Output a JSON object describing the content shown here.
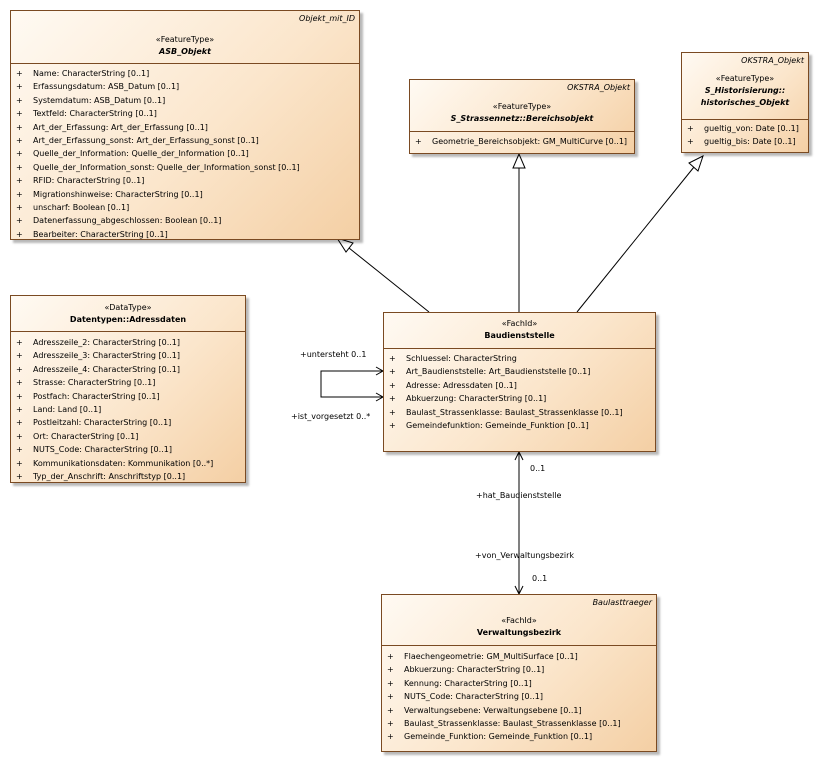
{
  "classes": {
    "asb_objekt": {
      "package": "Objekt_mit_ID",
      "stereotype": "«FeatureType»",
      "name": "ASB_Objekt",
      "attributes": [
        {
          "vis": "+",
          "text": "Name: CharacterString [0..1]"
        },
        {
          "vis": "+",
          "text": "Erfassungsdatum: ASB_Datum [0..1]"
        },
        {
          "vis": "+",
          "text": "Systemdatum: ASB_Datum [0..1]"
        },
        {
          "vis": "+",
          "text": "Textfeld: CharacterString [0..1]"
        },
        {
          "vis": "+",
          "text": "Art_der_Erfassung: Art_der_Erfassung [0..1]"
        },
        {
          "vis": "+",
          "text": "Art_der_Erfassung_sonst: Art_der_Erfassung_sonst [0..1]"
        },
        {
          "vis": "+",
          "text": "Quelle_der_Information: Quelle_der_Information [0..1]"
        },
        {
          "vis": "+",
          "text": "Quelle_der_Information_sonst: Quelle_der_Information_sonst [0..1]"
        },
        {
          "vis": "+",
          "text": "RFID: CharacterString [0..1]"
        },
        {
          "vis": "+",
          "text": "Migrationshinweise: CharacterString [0..1]"
        },
        {
          "vis": "+",
          "text": "unscharf: Boolean [0..1]"
        },
        {
          "vis": "+",
          "text": "Datenerfassung_abgeschlossen: Boolean [0..1]"
        },
        {
          "vis": "+",
          "text": "Bearbeiter: CharacterString [0..1]"
        }
      ]
    },
    "bereichsobjekt": {
      "package": "OKSTRA_Objekt",
      "stereotype": "«FeatureType»",
      "name": "S_Strassennetz::Bereichsobjekt",
      "attributes": [
        {
          "vis": "+",
          "text": "Geometrie_Bereichsobjekt: GM_MultiCurve [0..1]"
        }
      ]
    },
    "historisches_objekt": {
      "package": "OKSTRA_Objekt",
      "stereotype": "«FeatureType»",
      "name_line1": "S_Historisierung::",
      "name_line2": "historisches_Objekt",
      "attributes": [
        {
          "vis": "+",
          "text": "gueltig_von: Date [0..1]"
        },
        {
          "vis": "+",
          "text": "gueltig_bis: Date [0..1]"
        }
      ]
    },
    "adressdaten": {
      "stereotype": "«DataType»",
      "name": "Datentypen::Adressdaten",
      "attributes": [
        {
          "vis": "+",
          "text": "Adresszeile_2: CharacterString [0..1]"
        },
        {
          "vis": "+",
          "text": "Adresszeile_3: CharacterString [0..1]"
        },
        {
          "vis": "+",
          "text": "Adresszeile_4: CharacterString [0..1]"
        },
        {
          "vis": "+",
          "text": "Strasse: CharacterString [0..1]"
        },
        {
          "vis": "+",
          "text": "Postfach: CharacterString [0..1]"
        },
        {
          "vis": "+",
          "text": "Land: Land [0..1]"
        },
        {
          "vis": "+",
          "text": "Postleitzahl: CharacterString [0..1]"
        },
        {
          "vis": "+",
          "text": "Ort: CharacterString [0..1]"
        },
        {
          "vis": "+",
          "text": "NUTS_Code: CharacterString [0..1]"
        },
        {
          "vis": "+",
          "text": "Kommunikationsdaten: Kommunikation [0..*]"
        },
        {
          "vis": "+",
          "text": "Typ_der_Anschrift: Anschriftstyp [0..1]"
        }
      ]
    },
    "baudienststelle": {
      "stereotype": "«FachId»",
      "name": "Baudienststelle",
      "attributes": [
        {
          "vis": "+",
          "text": "Schluessel: CharacterString"
        },
        {
          "vis": "+",
          "text": "Art_Baudienststelle: Art_Baudienststelle [0..1]"
        },
        {
          "vis": "+",
          "text": "Adresse: Adressdaten [0..1]"
        },
        {
          "vis": "+",
          "text": "Abkuerzung: CharacterString [0..1]"
        },
        {
          "vis": "+",
          "text": "Baulast_Strassenklasse: Baulast_Strassenklasse [0..1]"
        },
        {
          "vis": "+",
          "text": "Gemeindefunktion: Gemeinde_Funktion [0..1]"
        }
      ]
    },
    "verwaltungsbezirk": {
      "package": "Baulasttraeger",
      "stereotype": "«FachId»",
      "name": "Verwaltungsbezirk",
      "attributes": [
        {
          "vis": "+",
          "text": "Flaechengeometrie: GM_MultiSurface [0..1]"
        },
        {
          "vis": "+",
          "text": "Abkuerzung: CharacterString [0..1]"
        },
        {
          "vis": "+",
          "text": "Kennung: CharacterString [0..1]"
        },
        {
          "vis": "+",
          "text": "NUTS_Code: CharacterString [0..1]"
        },
        {
          "vis": "+",
          "text": "Verwaltungsebene: Verwaltungsebene [0..1]"
        },
        {
          "vis": "+",
          "text": "Baulast_Strassenklasse: Baulast_Strassenklasse [0..1]"
        },
        {
          "vis": "+",
          "text": "Gemeinde_Funktion: Gemeinde_Funktion [0..1]"
        }
      ]
    }
  },
  "associations": {
    "self": {
      "role_top": "+untersteht 0..1",
      "role_bottom": "+ist_vorgesetzt 0..*"
    },
    "verwaltung": {
      "mult_top": "0..1",
      "role_top": "+hat_Baudienststelle",
      "role_bottom": "+von_Verwaltungsbezirk",
      "mult_bottom": "0..1"
    }
  }
}
